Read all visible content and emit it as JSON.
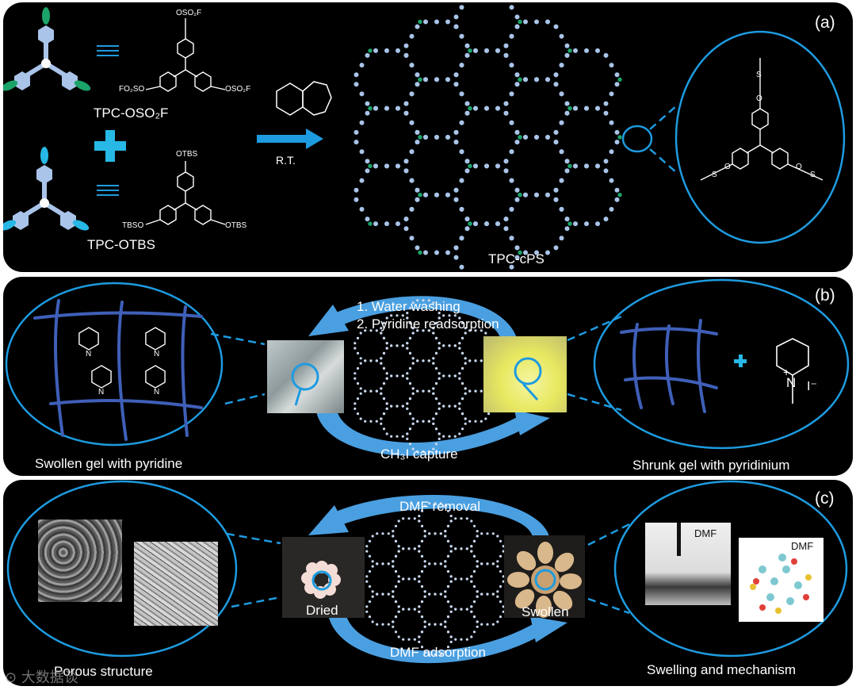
{
  "panel_a": {
    "tag": "(a)",
    "monomer1_label": "TPC-OSO₂F",
    "monomer2_label": "TPC-OTBS",
    "condition": "R.T.",
    "product_label": "TPC-cPS",
    "struct1": {
      "top": "OSO₂F",
      "left": "FO₂SO",
      "right": "OSO₂F"
    },
    "struct2": {
      "top": "OTBS",
      "left": "TBSO",
      "right": "OTBS"
    },
    "zoom_atoms": {
      "s": "S",
      "o": "O"
    },
    "colors": {
      "accent": "#1e9be0",
      "green_arm": "#1ba36a",
      "cyan_arm": "#27b8e6",
      "ring": "#a9c4e8"
    }
  },
  "panel_b": {
    "tag": "(b)",
    "steps": [
      "1. Water washing",
      "2. Pyridine readsorption"
    ],
    "capture_label": "CH₃I capture",
    "left_caption": "Swollen gel with pyridine",
    "right_caption": "Shrunk gel with pyridinium",
    "pyridine_n": "N",
    "pyridinium": {
      "n": "N",
      "charge": "+",
      "counterion": "I⁻"
    },
    "colors": {
      "chain": "#3f5fb8",
      "arrow": "#4a9fe0",
      "gel_yellow": "#e8e860"
    }
  },
  "panel_c": {
    "tag": "(c)",
    "top_arrow_label": "DMF removal",
    "bottom_arrow_label": "DMF adsorption",
    "dried_label": "Dried",
    "swollen_label": "Swollen",
    "left_caption": "Porous structure",
    "right_caption": "Swelling and mechanism",
    "photo_label_1": "DMF",
    "photo_label_2": "DMF"
  },
  "watermark": "⊙ 大数据谈"
}
